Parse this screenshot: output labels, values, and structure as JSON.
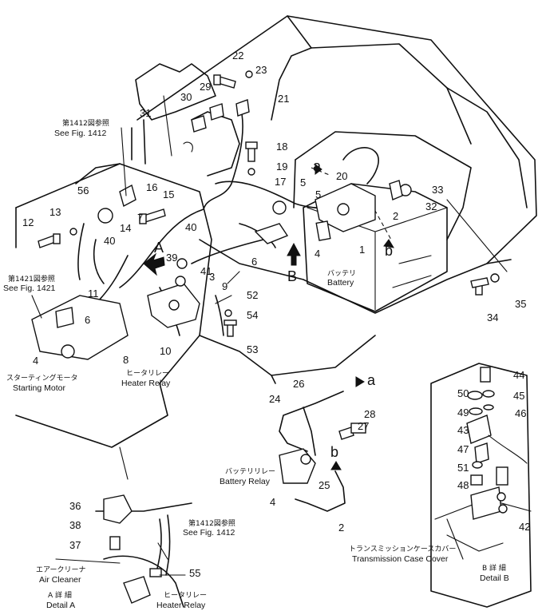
{
  "callouts": [
    "1",
    "2",
    "3",
    "4",
    "5",
    "6",
    "7",
    "8",
    "9",
    "10",
    "11",
    "12",
    "13",
    "14",
    "15",
    "16",
    "17",
    "18",
    "19",
    "20",
    "21",
    "22",
    "23",
    "24",
    "25",
    "26",
    "27",
    "28",
    "29",
    "30",
    "31",
    "32",
    "33",
    "34",
    "35",
    "36",
    "37",
    "38",
    "39",
    "40",
    "41",
    "42",
    "43",
    "44",
    "45",
    "46",
    "47",
    "48",
    "49",
    "50",
    "51",
    "52",
    "53",
    "54",
    "55",
    "56"
  ],
  "letters": {
    "A": "A",
    "B": "B",
    "a": "a",
    "b": "b"
  },
  "labels": {
    "see1412_jp": "第1412図参照",
    "see1412_en": "See Fig. 1412",
    "see1421_jp": "第1421図参照",
    "see1421_en": "See Fig. 1421",
    "battery_jp": "バッテリ",
    "battery_en": "Battery",
    "starting_motor_jp": "スターティングモータ",
    "starting_motor_en": "Starting Motor",
    "heater_relay_jp": "ヒータリレー",
    "heater_relay_en": "Heater Relay",
    "battery_relay_jp": "バッテリリレー",
    "battery_relay_en": "Battery Relay",
    "air_cleaner_jp": "エアークリーナ",
    "air_cleaner_en": "Air Cleaner",
    "detail_a_jp": "A 詳 細",
    "detail_a_en": "Detail A",
    "detail_b_jp": "B 詳 細",
    "detail_b_en": "Detail B",
    "trans_cover_jp": "トランスミッションケースカバー",
    "trans_cover_en": "Transmission Case Cover"
  }
}
